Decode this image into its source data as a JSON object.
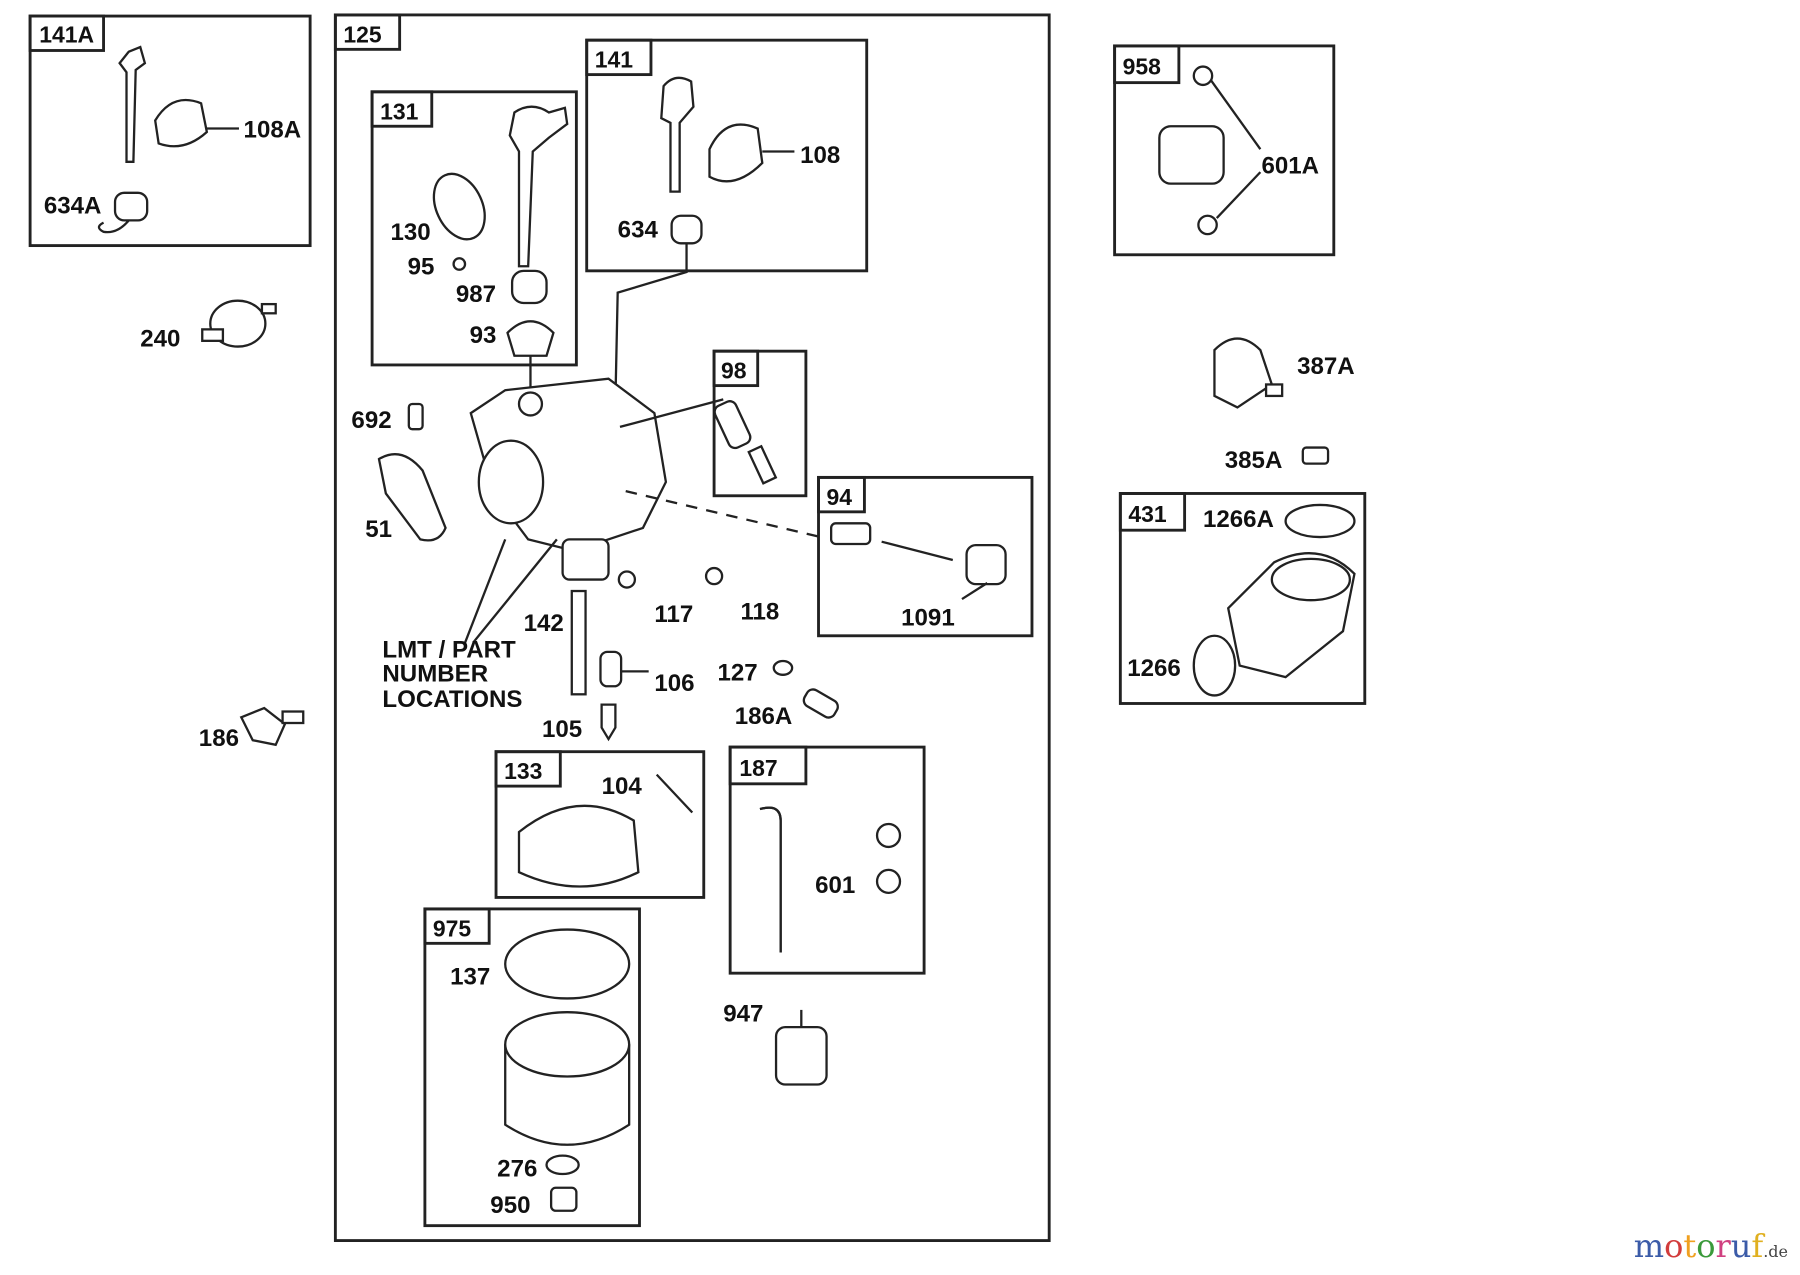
{
  "groups": {
    "g141A": "141A",
    "g125": "125",
    "g131": "131",
    "g141": "141",
    "g98": "98",
    "g94": "94",
    "g133": "133",
    "g187": "187",
    "g975": "975",
    "g958": "958",
    "g431": "431"
  },
  "parts": {
    "p108A": "108A",
    "p634A": "634A",
    "p240": "240",
    "p186": "186",
    "p130": "130",
    "p95": "95",
    "p987": "987",
    "p93": "93",
    "p108": "108",
    "p634": "634",
    "p692": "692",
    "p51": "51",
    "p117": "117",
    "p118": "118",
    "p142": "142",
    "p106": "106",
    "p127": "127",
    "p186A": "186A",
    "p105": "105",
    "p1091": "1091",
    "p104": "104",
    "p601": "601",
    "p137": "137",
    "p947": "947",
    "p276": "276",
    "p950": "950",
    "p601A": "601A",
    "p387A": "387A",
    "p385A": "385A",
    "p1266A": "1266A",
    "p1266": "1266"
  },
  "note": [
    "LMT / PART",
    "NUMBER",
    "LOCATIONS"
  ],
  "watermark": {
    "main": "motoruf",
    "suffix": ".de",
    "colors": [
      "#3b5ba8",
      "#d23c3c",
      "#f0a020",
      "#3a9a3a",
      "#d04080",
      "#3b5ba8",
      "#e0b020"
    ]
  }
}
